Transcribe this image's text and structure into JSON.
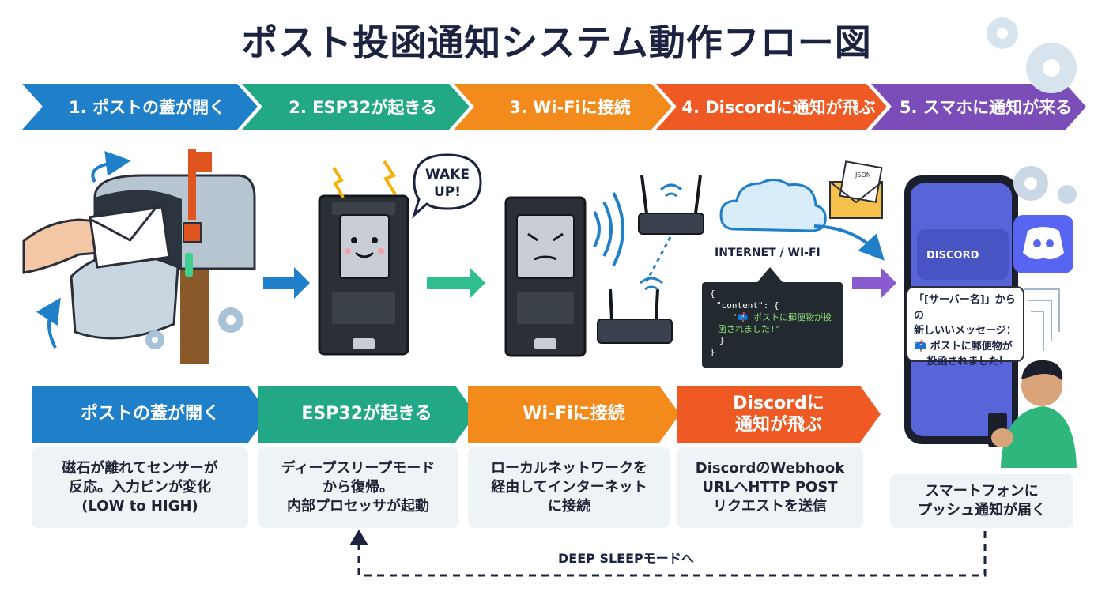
{
  "title": "ポスト投函通知システム動作フロー図",
  "steps": [
    {
      "header": "1. ポストの蓋が開く",
      "box_title": "ポストの蓋が開く",
      "desc": "磁石が離れてセンサーが\n反応。入力ピンが変化\n(LOW to HIGH)",
      "color": "#1f7fc8"
    },
    {
      "header": "2. ESP32が起きる",
      "box_title": "ESP32が起きる",
      "desc": "ディープスリープモード\nから復帰。\n内部プロセッサが起動",
      "color": "#22a884"
    },
    {
      "header": "3. Wi-Fiに接続",
      "box_title": "Wi-Fiに接続",
      "desc": "ローカルネットワークを\n経由してインターネット\nに接続",
      "color": "#f28a1c"
    },
    {
      "header": "4. Discordに通知が飛ぶ",
      "box_title": "Discordに\n通知が飛ぶ",
      "desc": "DiscordのWebhook\nURLへHTTP POST\nリクエストを送信",
      "color": "#ef5a24"
    },
    {
      "header": "5. スマホに通知が来る",
      "box_title": "",
      "desc": "スマートフォンに\nプッシュ通知が届く",
      "color": "#7a4db8"
    }
  ],
  "wake_bubble": "WAKE\nUP!",
  "internet_label": "INTERNET / WI-FI",
  "json_badge": "JSON",
  "code": {
    "open": "{",
    "key": "\"content\": {",
    "value1": "\"📫 ポストに郵便物が投",
    "value2": "函されました!\"",
    "close_inner": "}",
    "close": "}"
  },
  "discord_label": "DISCORD",
  "notification": {
    "line1": "「[サーバー名]」からの",
    "line2": "新しいいメッセージ：",
    "line3": "📫 ポストに郵便物が",
    "line4": "投函されました!"
  },
  "loop_label": "DEEP SLEEPモードへ"
}
